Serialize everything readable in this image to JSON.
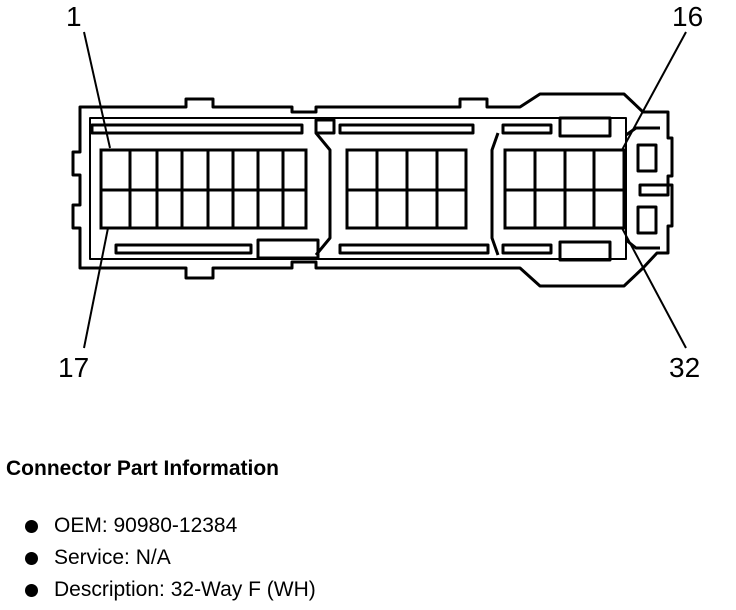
{
  "connector": {
    "pin_labels": {
      "top_left": "1",
      "top_right": "16",
      "bottom_left": "17",
      "bottom_right": "32"
    }
  },
  "info": {
    "heading": "Connector Part Information",
    "items": [
      {
        "label": "OEM: 90980-12384"
      },
      {
        "label": "Service: N/A"
      },
      {
        "label": "Description: 32-Way F (WH)"
      }
    ]
  }
}
